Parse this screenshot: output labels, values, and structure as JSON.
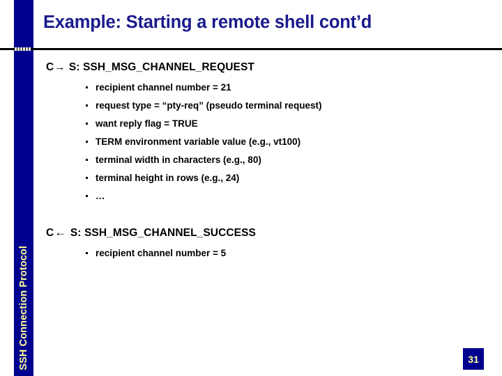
{
  "slide": {
    "title": "Example: Starting a remote shell cont’d",
    "side_label": "SSH Connection Protocol",
    "page_number": "31",
    "colors": {
      "navy_bar": "#00008f",
      "title_blue": "#1a1a8c",
      "side_label_yellow": "#ffff99",
      "rule_black": "#000000",
      "dash_cream": "#f2efcf",
      "body_text": "#000000"
    }
  },
  "blocks": [
    {
      "id": "request",
      "actor_from": "C",
      "arrow": "→",
      "arrow_name": "arrow-right",
      "actor_to": "S",
      "message": "SSH_MSG_CHANNEL_REQUEST",
      "header": "C → S: SSH_MSG_CHANNEL_REQUEST",
      "bullets": [
        "recipient channel number = 21",
        "request type = “pty-req” (pseudo terminal request)",
        "want reply flag = TRUE",
        "TERM environment variable value (e.g., vt100)",
        "terminal width in characters (e.g., 80)",
        "terminal height in rows (e.g., 24)",
        "…"
      ]
    },
    {
      "id": "success",
      "actor_from": "C",
      "arrow": "←",
      "arrow_name": "arrow-left",
      "actor_to": "S",
      "message": "SSH_MSG_CHANNEL_SUCCESS",
      "header": "C ← S: SSH_MSG_CHANNEL_SUCCESS",
      "bullets": [
        "recipient channel number = 5"
      ]
    }
  ]
}
